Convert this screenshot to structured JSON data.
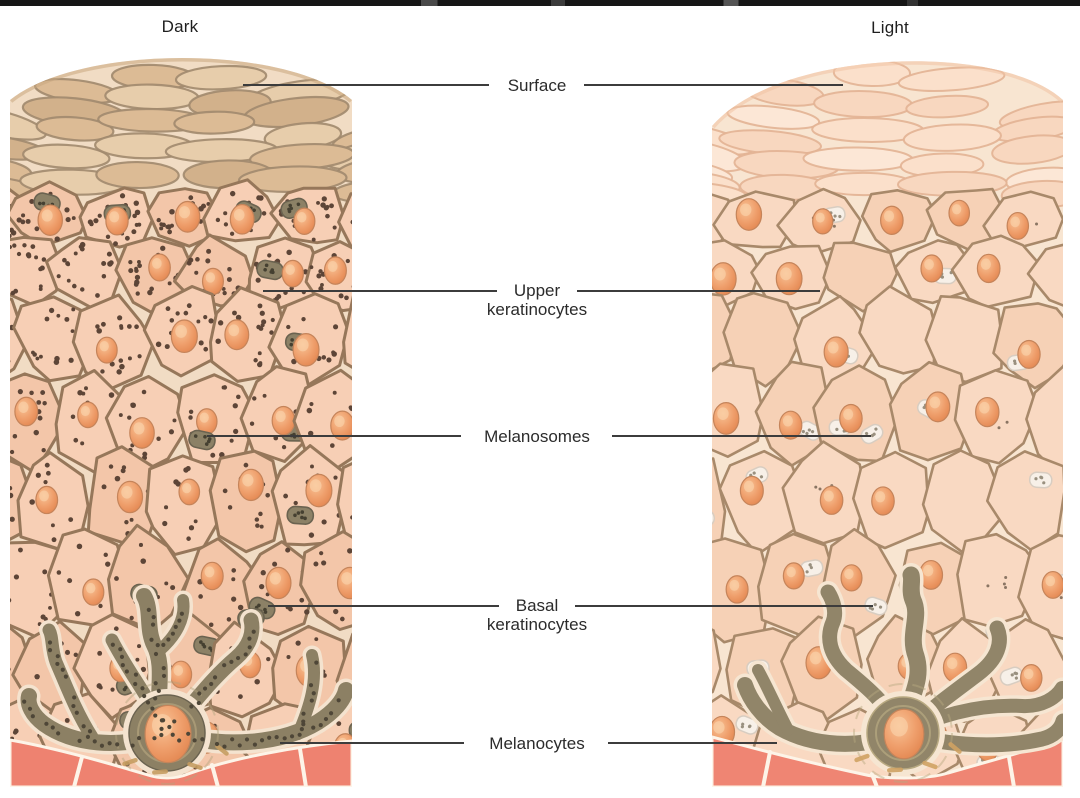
{
  "figure_titles": {
    "left": "Dark",
    "right": "Light"
  },
  "labels": [
    {
      "id": "surface",
      "text": "Surface"
    },
    {
      "id": "upper-keratinocytes",
      "text": "Upper keratinocytes"
    },
    {
      "id": "melanosomes",
      "text": "Melanosomes"
    },
    {
      "id": "basal-keratinocytes",
      "text": "Basal keratinocytes"
    },
    {
      "id": "melanocytes",
      "text": "Melanocytes"
    }
  ],
  "leader_line_color": "#3c3c3c",
  "text_color": "#2b2b2b",
  "panels": [
    {
      "id": "dark",
      "title": "Dark",
      "type": "dark",
      "seed": 7,
      "colors": {
        "grout": "#f1dcc4",
        "sc_fill_a": "#dcbb95",
        "sc_fill_b": "#e7cdab",
        "sc_fill_c": "#d2b18b",
        "sc_stroke": "#a18a6e",
        "sc_rim": "#c8a77f",
        "cell_fill": "#f7cfb5",
        "cell_fill_alt": "#f3c6a9",
        "cell_stroke": "#96775a",
        "nucleus_light": "#f8c396",
        "nucleus_mid": "#ef9f6c",
        "nucleus_dark": "#e2854f",
        "nucleus_stroke": "#c5845a",
        "nucleus_hl": "#fbd2ab",
        "dot": "#5d4537",
        "mel_fill": "#8c8166",
        "mel_stroke": "#6b6350",
        "mel_dot": "#454031",
        "melanocyte": "#8c8064",
        "melanocyte_under": "#f4e3cf",
        "melanocyte_ring": "#b3a47e",
        "melanocyte_dash": "#c59c60",
        "dendrite_dot": "#4e4637",
        "dermis": "#ee8270",
        "dermis_line": "#fdf4e8"
      }
    },
    {
      "id": "light",
      "title": "Light",
      "type": "light",
      "seed": 13,
      "colors": {
        "grout": "#f8e5d1",
        "sc_fill_a": "#fbe0cb",
        "sc_fill_b": "#f8d7bf",
        "sc_fill_c": "#fce7d6",
        "sc_stroke": "#e2b394",
        "sc_rim": "#f0c3a4",
        "cell_fill": "#f9d9c2",
        "cell_fill_alt": "#f6d1b6",
        "cell_stroke": "#a8896a",
        "nucleus_light": "#f8c396",
        "nucleus_mid": "#ef9f6c",
        "nucleus_dark": "#e2854f",
        "nucleus_stroke": "#c5845a",
        "nucleus_hl": "#fbd2ab",
        "dot": "#8a7563",
        "blob_fill": "#f7f0e8",
        "blob_stroke": "#d8cdc1",
        "blob_dot": "#99907f",
        "melanocyte": "#918569",
        "melanocyte_under": "#f6e6d2",
        "melanocyte_ring": "#b8a981",
        "melanocyte_dash": "#cfa263",
        "dermis": "#ef8573",
        "dermis_line": "#fdf4e8"
      }
    }
  ]
}
